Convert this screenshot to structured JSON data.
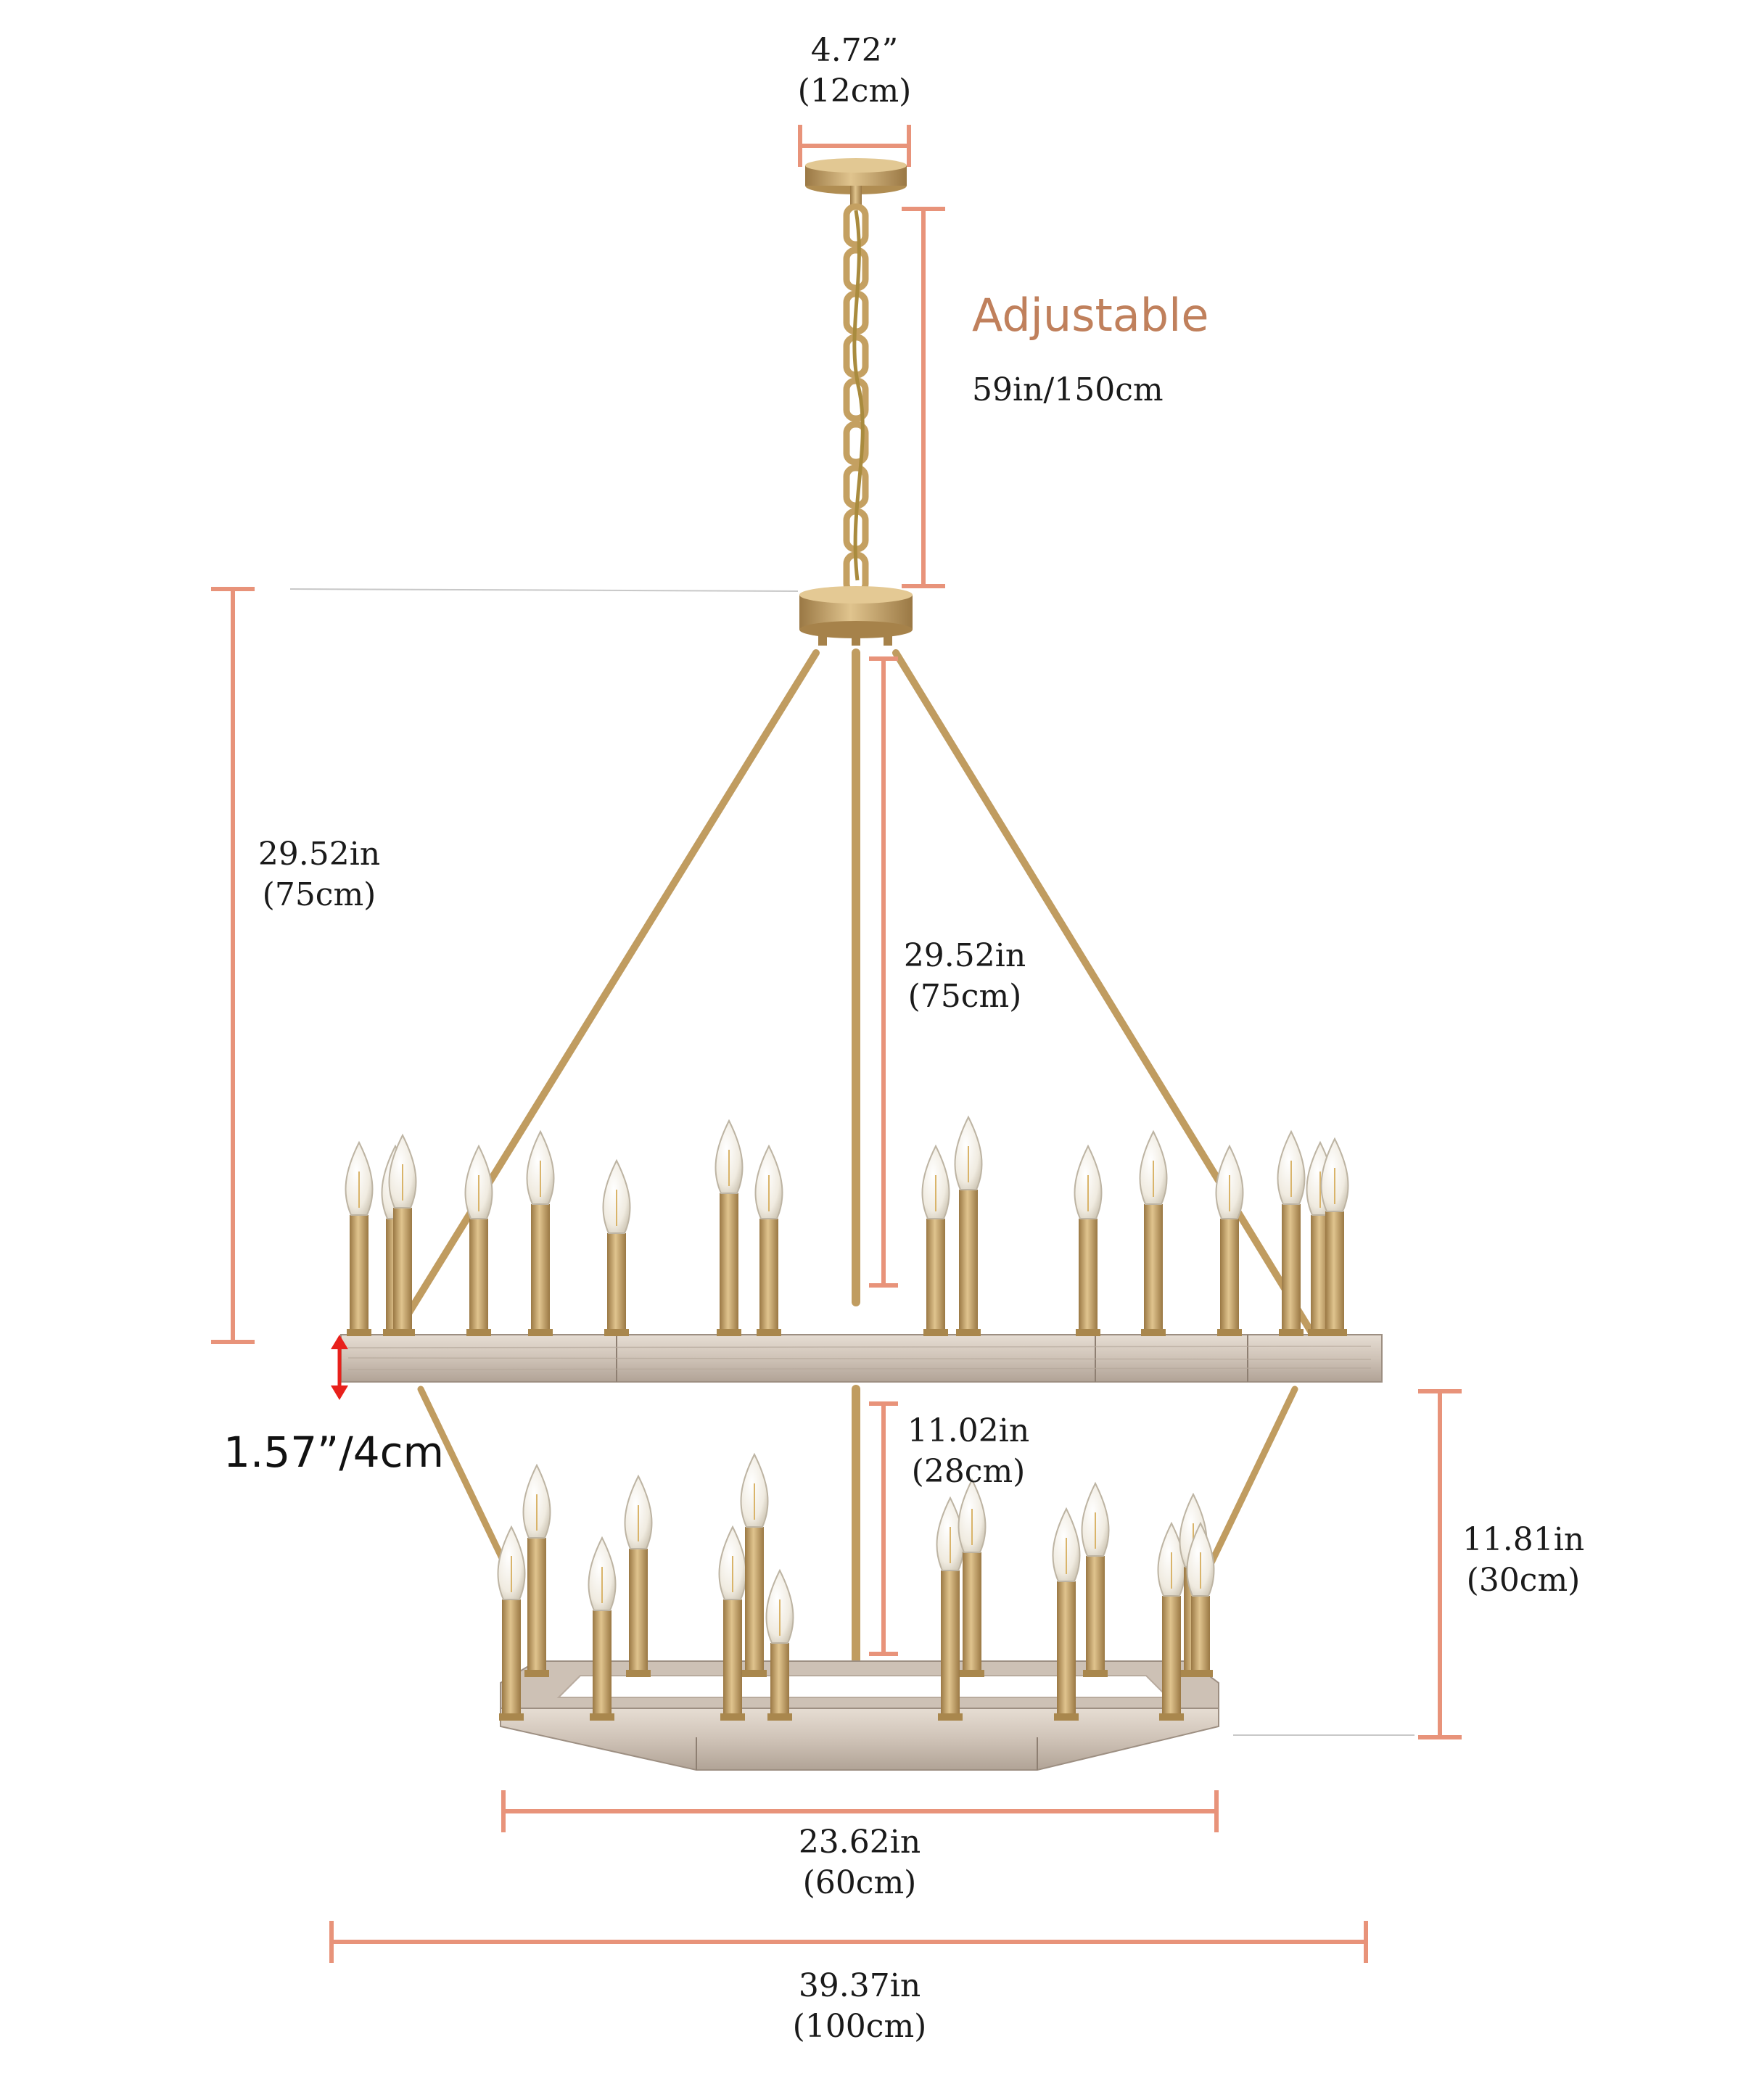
{
  "colors": {
    "dimension_line": "#e8937a",
    "brass": "#c6a268",
    "brass_dark": "#8f6f3f",
    "wood": "#d8cdc2",
    "wood_dark": "#9d8f82",
    "bulb": "#f4efe5",
    "adjustable_text": "#c0805c",
    "thickness_marker": "#e8201b"
  },
  "labels": {
    "canopy_width": {
      "inch": "4.72”",
      "cm": "(12cm)"
    },
    "adjustable": {
      "title": "Adjustable",
      "value": "59in/150cm"
    },
    "frame_height": {
      "inch": "29.52in",
      "cm": "(75cm)"
    },
    "center_rod": {
      "inch": "29.52in",
      "cm": "(75cm)"
    },
    "ring_thickness": "1.57”/4cm",
    "tier_gap": {
      "inch": "11.02in",
      "cm": "(28cm)"
    },
    "lower_height": {
      "inch": "11.81in",
      "cm": "(30cm)"
    },
    "lower_width": {
      "inch": "23.62in",
      "cm": "(60cm)"
    },
    "upper_width": {
      "inch": "39.37in",
      "cm": "(100cm)"
    }
  },
  "product": {
    "upper_tier_lights": 16,
    "lower_tier_lights": 14
  }
}
